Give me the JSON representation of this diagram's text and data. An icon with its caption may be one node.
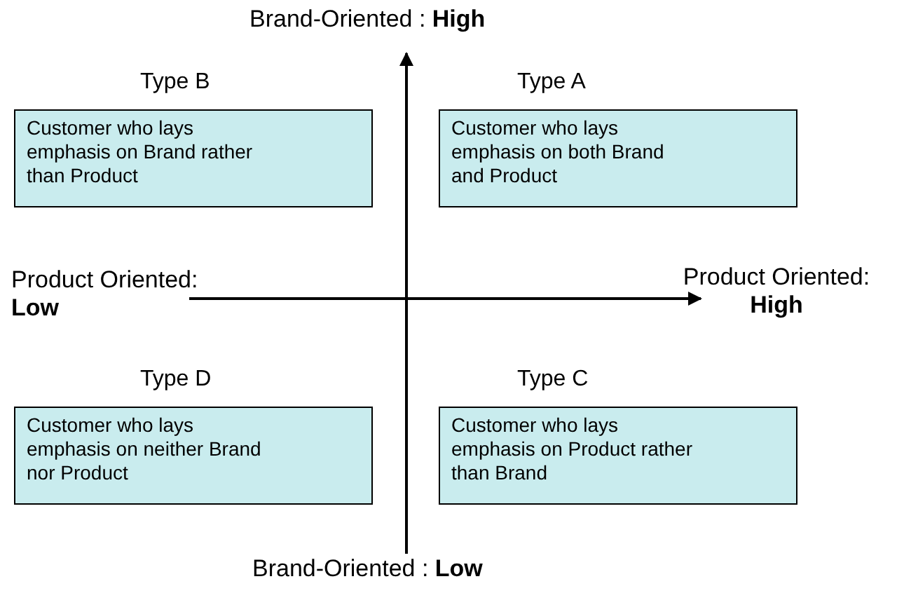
{
  "diagram": {
    "nodes": [
      {
        "text": [
          "Type B",
          "Customer who lays emphasis on Brand rather than Product"
        ]
      },
      {
        "text": [
          "Type A",
          "Customer who lays emphasis on both Brand and Product"
        ]
      },
      {
        "text": [
          "Type D",
          "Customer who lays emphasis on neither Brand nor Product"
        ]
      },
      {
        "text": [
          "Type C",
          "Customer who lays emphasis on Product rather than Brand"
        ]
      }
    ],
    "edges": [],
    "labels": [
      "Brand-Oriented : **High**",
      "Product Oriented: **Low**",
      "Product Oriented: **High**",
      "Brand-Oriented : **Low**"
    ]
  }
}
